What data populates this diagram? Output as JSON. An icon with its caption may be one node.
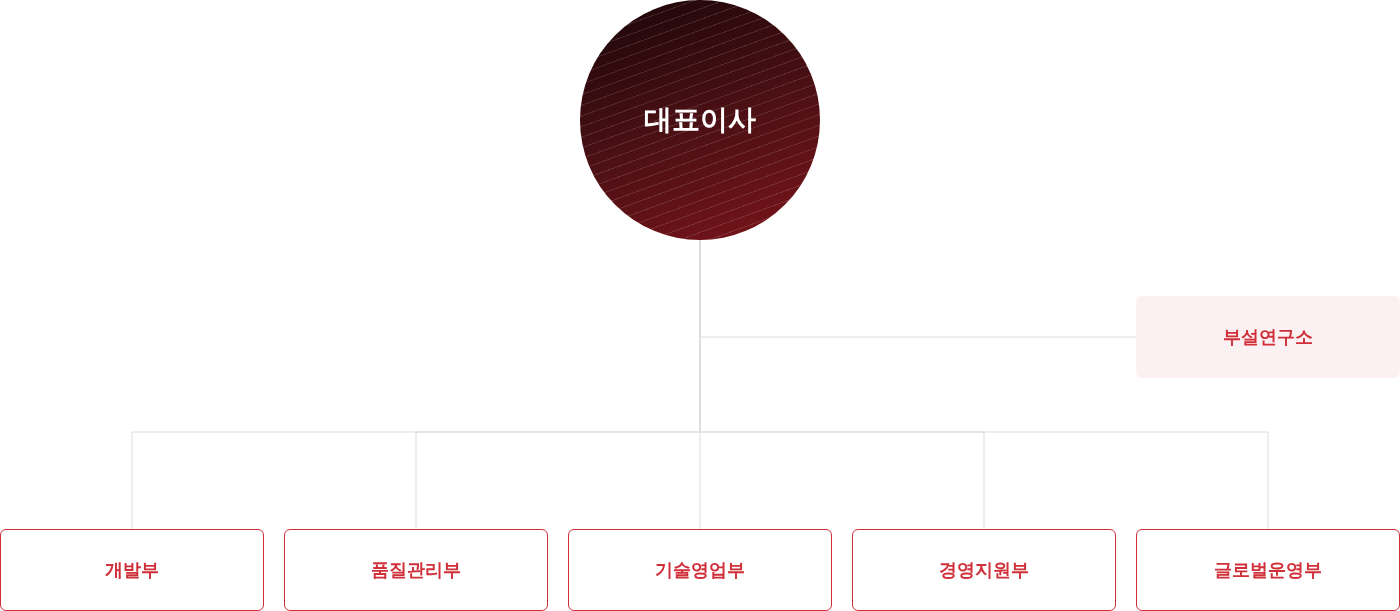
{
  "diagram": {
    "nodes": [
      {
        "text": [
          "대표이사"
        ]
      },
      {
        "text": [
          "부설연구소"
        ]
      },
      {
        "text": [
          "개발부"
        ]
      },
      {
        "text": [
          "품질관리부"
        ]
      },
      {
        "text": [
          "기술영업부"
        ]
      },
      {
        "text": [
          "경영지원부"
        ]
      },
      {
        "text": [
          "글로벌운영부"
        ]
      }
    ],
    "edges": [
      {
        "from": 0,
        "to": 1,
        "arrow": "none"
      },
      {
        "from": 0,
        "to": 2,
        "arrow": "none"
      },
      {
        "from": 0,
        "to": 3,
        "arrow": "none"
      },
      {
        "from": 0,
        "to": 4,
        "arrow": "none"
      },
      {
        "from": 0,
        "to": 5,
        "arrow": "none"
      },
      {
        "from": 0,
        "to": 6,
        "arrow": "none"
      }
    ]
  }
}
